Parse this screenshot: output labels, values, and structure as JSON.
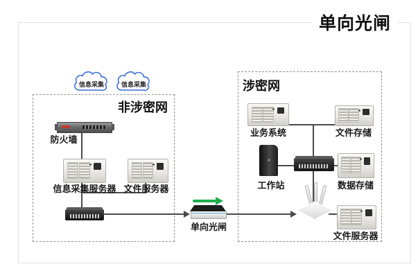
{
  "title": "单向光闸",
  "clouds": [
    {
      "label": "信息采集"
    },
    {
      "label": "信息采集"
    }
  ],
  "left_zone": {
    "label": "非涉密网",
    "firewall_label": "防火墙",
    "collect_server_label": "信息采集服务器",
    "file_server_label": "文件服务器"
  },
  "gateway": {
    "label": "单向光闸"
  },
  "right_zone": {
    "label": "涉密网",
    "business_label": "业务系统",
    "file_storage_label": "文件存储",
    "workstation_label": "工作站",
    "data_storage_label": "数据存储",
    "file_server_label": "文件服务器"
  },
  "colors": {
    "flow_arrow_green": "#1fae4e",
    "connector_line": "#4a4a4a",
    "cloud_outline": "#3a6fd8",
    "zone_border": "#8f8f8f"
  }
}
